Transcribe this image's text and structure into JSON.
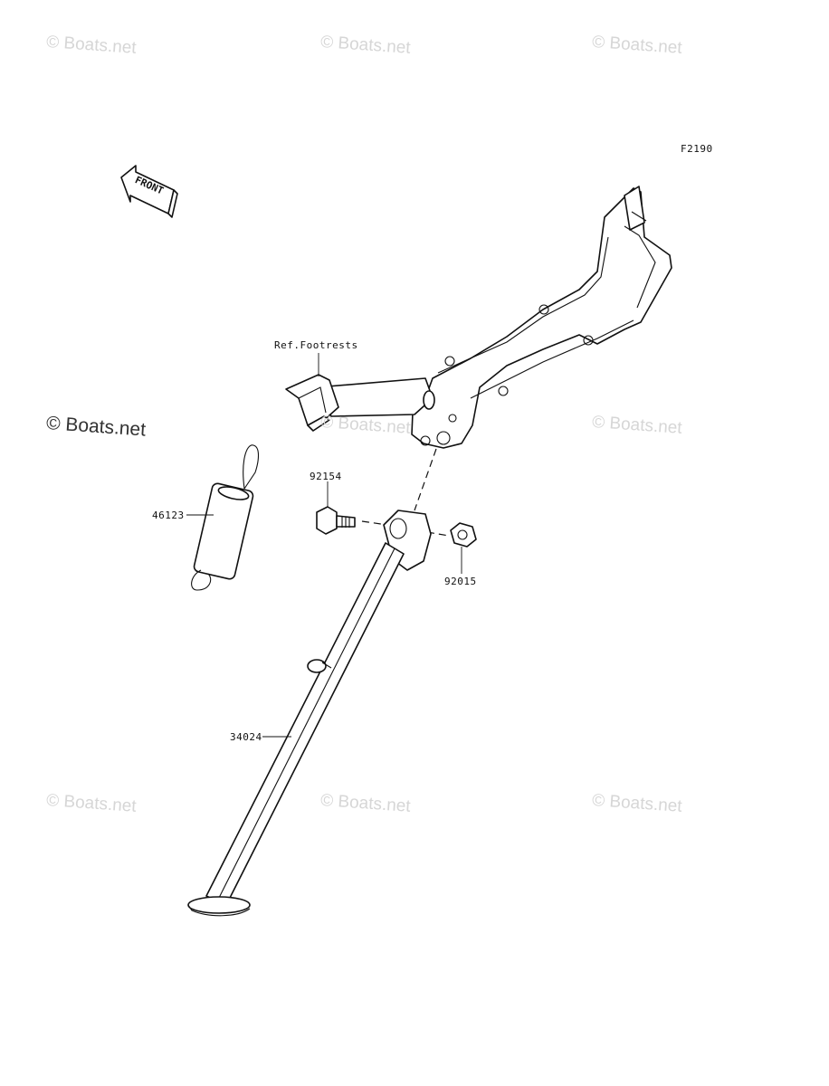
{
  "figure_code": "F2190",
  "front_label": "FRONT",
  "watermark": "© Boats.net",
  "watermark_primary": "© Boats.net",
  "parts": [
    {
      "id": "ref-footrests",
      "label": "Ref.Footrests"
    },
    {
      "id": "spring",
      "label": "46123"
    },
    {
      "id": "bolt",
      "label": "92154"
    },
    {
      "id": "nut",
      "label": "92015"
    },
    {
      "id": "side-stand",
      "label": "34024"
    }
  ],
  "colors": {
    "line": "#111111",
    "watermark": "#d6d6d6",
    "watermark_primary": "#333333"
  }
}
